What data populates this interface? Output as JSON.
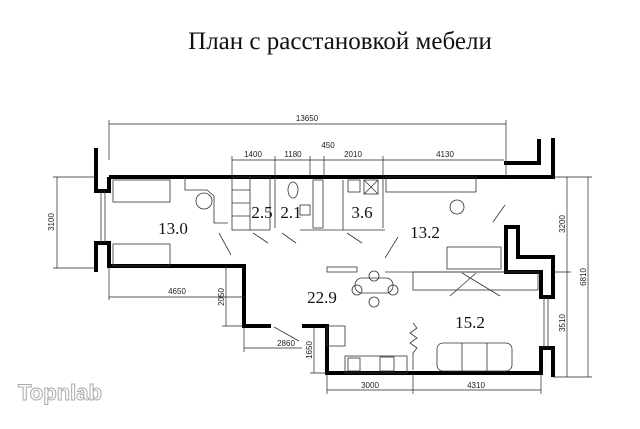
{
  "title": "План с расстановкой мебели",
  "rooms": {
    "r1": "13.0",
    "r2": "2.5",
    "r3": "2.1",
    "r4": "3.6",
    "r5": "13.2",
    "r6": "22.9",
    "r7": "15.2"
  },
  "dimensions": {
    "total": "13650",
    "d1400": "1400",
    "d1180": "1180",
    "d450": "450",
    "d2010": "2010",
    "d4130": "4130",
    "d3100": "3100",
    "d4650": "4650",
    "d2050": "2050",
    "d2860": "2860",
    "d1650": "1650",
    "d3000": "3000",
    "d4310": "4310",
    "d3200": "3200",
    "d6810": "6810",
    "d3510": "3510"
  },
  "watermark": "Topnlab"
}
